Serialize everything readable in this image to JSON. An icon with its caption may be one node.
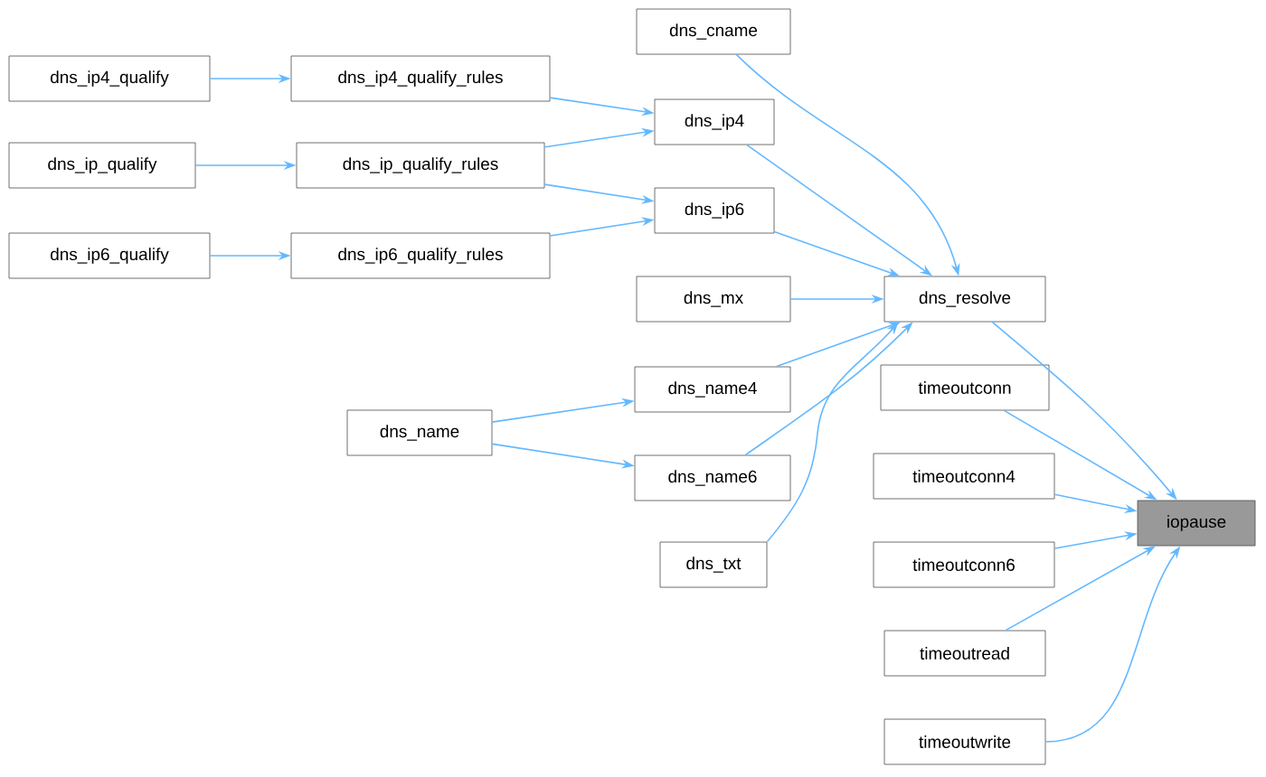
{
  "diagram": {
    "nodes": [
      {
        "text": [
          "dns_ip4_qualify"
        ]
      },
      {
        "text": [
          "dns_ip4_qualify_rules"
        ]
      },
      {
        "text": [
          "dns_ip_qualify"
        ]
      },
      {
        "text": [
          "dns_ip_qualify_rules"
        ]
      },
      {
        "text": [
          "dns_ip6_qualify"
        ]
      },
      {
        "text": [
          "dns_ip6_qualify_rules"
        ]
      },
      {
        "text": [
          "dns_cname"
        ]
      },
      {
        "text": [
          "dns_ip4"
        ]
      },
      {
        "text": [
          "dns_ip6"
        ]
      },
      {
        "text": [
          "dns_mx"
        ]
      },
      {
        "text": [
          "dns_resolve"
        ]
      },
      {
        "text": [
          "dns_name"
        ]
      },
      {
        "text": [
          "dns_name4"
        ]
      },
      {
        "text": [
          "dns_name6"
        ]
      },
      {
        "text": [
          "dns_txt"
        ]
      },
      {
        "text": [
          "timeoutconn"
        ]
      },
      {
        "text": [
          "timeoutconn4"
        ]
      },
      {
        "text": [
          "timeoutconn6"
        ]
      },
      {
        "text": [
          "timeoutread"
        ]
      },
      {
        "text": [
          "timeoutwrite"
        ]
      },
      {
        "text": [
          "iopause"
        ]
      }
    ],
    "edges": [
      {
        "from": 0,
        "to": 1,
        "arrow": "to"
      },
      {
        "from": 1,
        "to": 7,
        "arrow": "to"
      },
      {
        "from": 2,
        "to": 3,
        "arrow": "to"
      },
      {
        "from": 3,
        "to": 7,
        "arrow": "to"
      },
      {
        "from": 3,
        "to": 8,
        "arrow": "to"
      },
      {
        "from": 4,
        "to": 5,
        "arrow": "to"
      },
      {
        "from": 5,
        "to": 8,
        "arrow": "to"
      },
      {
        "from": 6,
        "to": 10,
        "arrow": "to"
      },
      {
        "from": 7,
        "to": 10,
        "arrow": "to"
      },
      {
        "from": 8,
        "to": 10,
        "arrow": "to"
      },
      {
        "from": 9,
        "to": 10,
        "arrow": "to"
      },
      {
        "from": 11,
        "to": 12,
        "arrow": "to"
      },
      {
        "from": 11,
        "to": 13,
        "arrow": "to"
      },
      {
        "from": 12,
        "to": 10,
        "arrow": "to"
      },
      {
        "from": 13,
        "to": 10,
        "arrow": "to"
      },
      {
        "from": 14,
        "to": 10,
        "arrow": "to"
      },
      {
        "from": 10,
        "to": 20,
        "arrow": "to"
      },
      {
        "from": 15,
        "to": 20,
        "arrow": "to"
      },
      {
        "from": 16,
        "to": 20,
        "arrow": "to"
      },
      {
        "from": 17,
        "to": 20,
        "arrow": "to"
      },
      {
        "from": 18,
        "to": 20,
        "arrow": "to"
      },
      {
        "from": 19,
        "to": 20,
        "arrow": "to"
      }
    ]
  }
}
